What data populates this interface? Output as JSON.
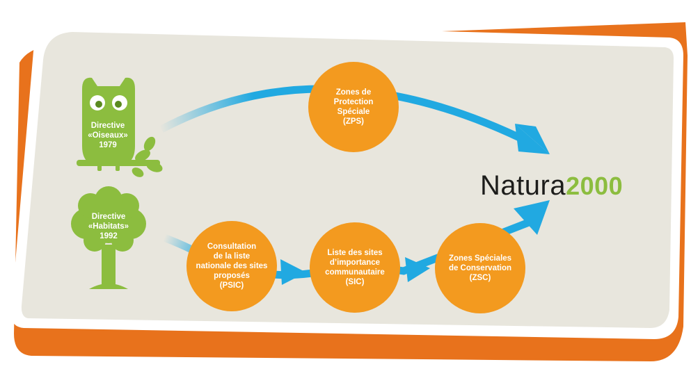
{
  "colors": {
    "background_panel": "#e8e6dd",
    "frame_orange": "#e8721c",
    "circle_orange": "#f39a1f",
    "arrow_blue": "#21a9e1",
    "leaf_green": "#8cbd3f",
    "logo_dark": "#1d1d1b"
  },
  "directives": {
    "birds": {
      "icon": "owl-icon",
      "text": "Directive\n«Oiseaux»\n1979"
    },
    "habitats": {
      "icon": "tree-icon",
      "text": "Directive\n«Habitats»\n1992"
    }
  },
  "nodes": {
    "zps": "Zones de\nProtection\nSpéciale\n(ZPS)",
    "psic": "Consultation\nde la liste\nnationale des sites\nproposés\n(PSIC)",
    "sic": "Liste des sites\nd’importance\ncommunautaire\n(SIC)",
    "zsc": "Zones Spéciales\nde Conservation\n(ZSC)"
  },
  "logo": {
    "word": "Natura",
    "year": "2000"
  }
}
